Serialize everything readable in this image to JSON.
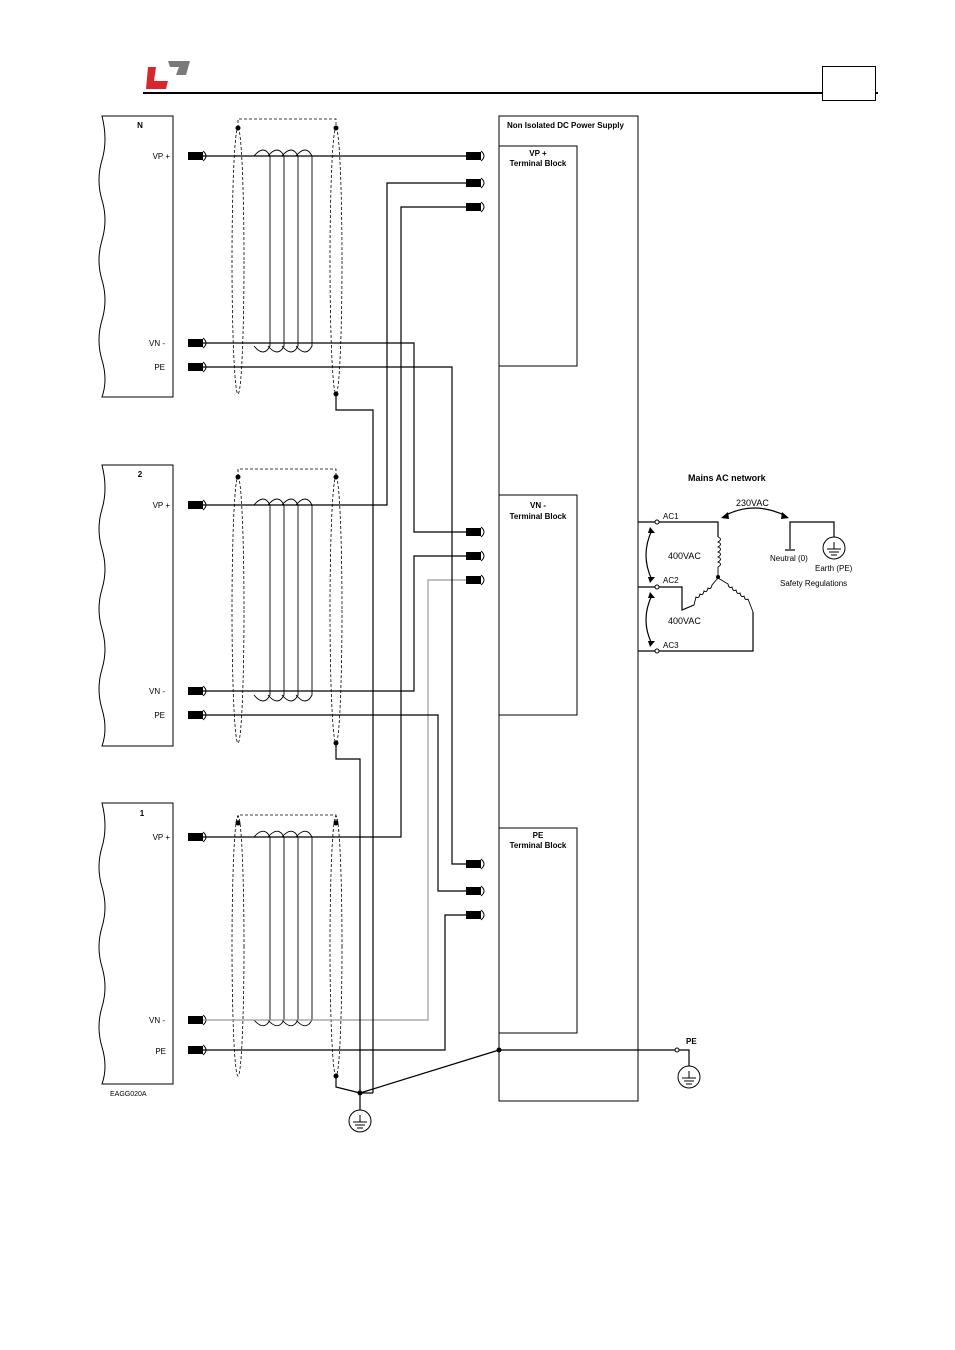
{
  "header": {
    "logo_colors": {
      "red": "#d7262e",
      "grey": "#7a7a7a"
    },
    "page_number": ""
  },
  "drives": [
    {
      "title": "N",
      "vp": "VP +",
      "vn": "VN -",
      "pe": "PE"
    },
    {
      "title": "2",
      "vp": "VP +",
      "vn": "VN -",
      "pe": "PE"
    },
    {
      "title": "1",
      "vp": "VP +",
      "vn": "VN -",
      "pe": "PE"
    }
  ],
  "power_supply": {
    "title": "Non Isolated DC Power Supply",
    "blocks": [
      {
        "line1": "VP +",
        "line2": "Terminal Block"
      },
      {
        "line1": "VN -",
        "line2": "Terminal Block"
      },
      {
        "line1": "PE",
        "line2": "Terminal Block"
      }
    ]
  },
  "mains": {
    "title": "Mains AC network",
    "phases": [
      "AC1",
      "AC2",
      "AC3"
    ],
    "line_voltage_1": "400VAC",
    "line_voltage_2": "400VAC",
    "phase_voltage": "230VAC",
    "neutral_label": "Neutral (0)",
    "earth_label": "Earth (PE)",
    "safety_label": "Safety Regulations"
  },
  "pe_ground_label": "PE",
  "figure_code": "EAGG020A"
}
